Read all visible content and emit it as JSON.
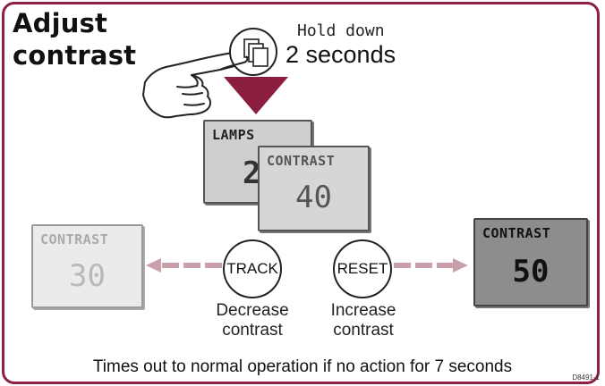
{
  "title": {
    "line1": "Adjust",
    "line2": "contrast"
  },
  "instruction": {
    "hold_line": "Hold down",
    "duration_line": "2 seconds"
  },
  "displays": {
    "lamps": {
      "label": "LAMPS",
      "value": "2"
    },
    "current": {
      "label": "CONTRAST",
      "value": "40"
    },
    "decreased": {
      "label": "CONTRAST",
      "value": "30"
    },
    "increased": {
      "label": "CONTRAST",
      "value": "50"
    }
  },
  "keys": {
    "track": {
      "label": "TRACK",
      "caption_line1": "Decrease",
      "caption_line2": "contrast"
    },
    "reset": {
      "label": "RESET",
      "caption_line1": "Increase",
      "caption_line2": "contrast"
    }
  },
  "footer": "Times out to normal operation if no action for 7 seconds",
  "reference": "D8491-1",
  "colors": {
    "frame": "#8c1f44",
    "pointer": "#8b1d3f",
    "arrow": "#c9a0aa"
  },
  "icons": [
    "hand-pointer-icon",
    "pages-key-icon",
    "down-arrow-icon",
    "left-arrow-icon",
    "right-arrow-icon"
  ]
}
